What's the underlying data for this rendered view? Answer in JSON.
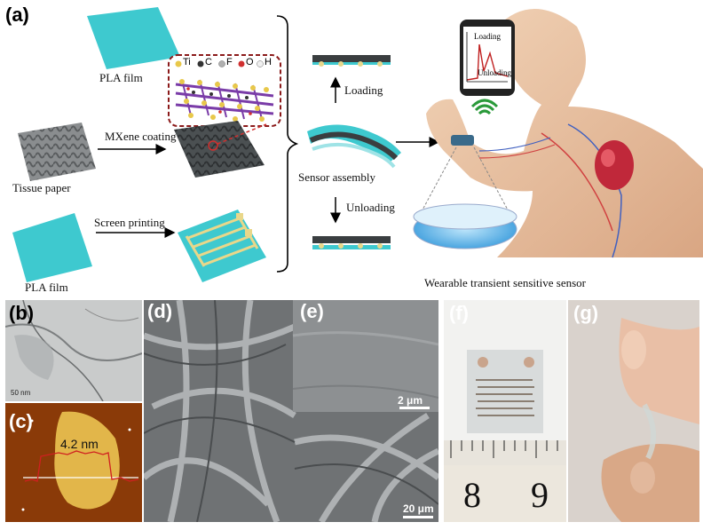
{
  "panel_labels": {
    "a": "(a)",
    "b": "(b)",
    "c": "(c)",
    "d": "(d)",
    "e": "(e)",
    "f": "(f)",
    "g": "(g)"
  },
  "schematic": {
    "pla_film_top": "PLA film",
    "pla_film_bottom": "PLA film",
    "tissue_paper": "Tissue paper",
    "mxene_coating": "MXene coating",
    "screen_printing": "Screen printing",
    "sensor_assembly": "Sensor assembly",
    "loading": "Loading",
    "unloading": "Unloading",
    "wearable": "Wearable transient sensitive sensor",
    "phone_loading": "Loading",
    "phone_unloading": "Unloading",
    "atoms": [
      {
        "symbol": "Ti",
        "color": "#e8c84a"
      },
      {
        "symbol": "C",
        "color": "#333333"
      },
      {
        "symbol": "F",
        "color": "#b0b0b0"
      },
      {
        "symbol": "O",
        "color": "#d03030"
      },
      {
        "symbol": "H",
        "color": "#f0f0f0"
      }
    ]
  },
  "micrographs": {
    "tem_scale": "50 nm",
    "afm_height": "4.2 nm",
    "sem_e_scale": "2 μm",
    "sem_d_scale": "20 μm",
    "ruler_8": "8",
    "ruler_9": "9"
  },
  "colors": {
    "film": "#3ec9cf",
    "mxene": "#555a5c",
    "electrode": "#e9d78a"
  }
}
